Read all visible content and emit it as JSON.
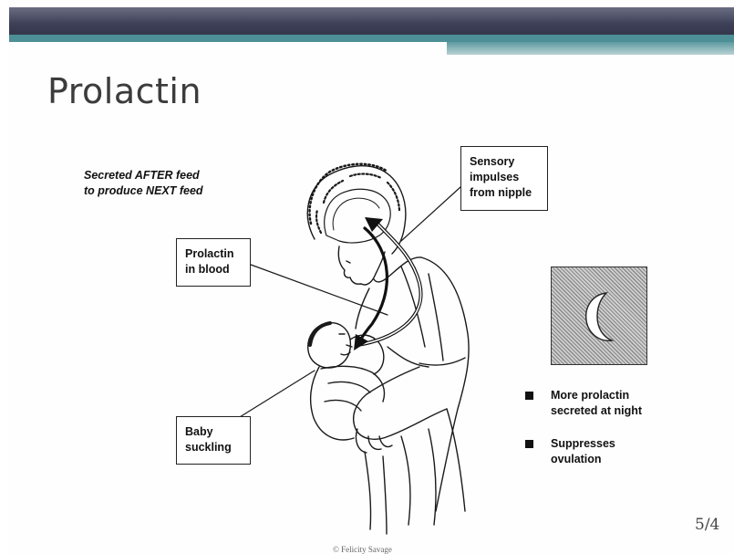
{
  "slide": {
    "title": "Prolactin",
    "subtitle_lines": [
      "Secreted AFTER feed",
      "to produce NEXT feed"
    ],
    "labels": {
      "sensory": [
        "Sensory",
        "impulses",
        "from nipple"
      ],
      "prolactin": [
        "Prolactin",
        "in blood"
      ],
      "baby": [
        "Baby",
        "suckling"
      ]
    },
    "bullets": [
      [
        "More prolactin",
        "secreted at night"
      ],
      [
        "Suppresses",
        "ovulation"
      ]
    ],
    "page_number": "5/4",
    "footer_credit": "© Felicity Savage",
    "icons": [
      "moon-icon",
      "bullet-square-icon"
    ],
    "colors": {
      "header_dark": "#3d4057",
      "header_teal": "#4c8f96",
      "title_text": "#3c3c3c"
    }
  }
}
